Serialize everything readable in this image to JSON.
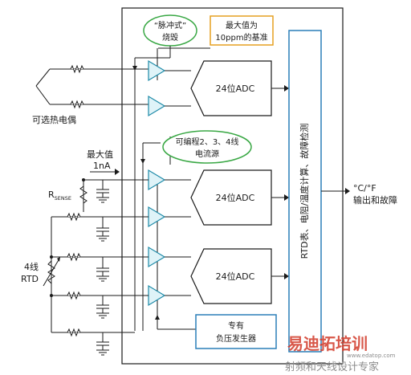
{
  "labels": {
    "pulse_burnout_1": "“脉冲式”",
    "pulse_burnout_2": "烧毁",
    "max_ref_1": "最大值为",
    "max_ref_2": "10ppm的基准",
    "adc1": "24位ADC",
    "adc2": "24位ADC",
    "adc3": "24位ADC",
    "thermocouple": "可选热电偶",
    "prog_current_1": "可编程2、3、4线",
    "prog_current_2": "电流源",
    "max_1": "最大值",
    "max_2": "1nA",
    "rsense_main": "R",
    "rsense_sub": "SENSE",
    "rtd_1": "4线",
    "rtd_2": "RTD",
    "processor": "RTD表、电阻/温度计算、故障检测",
    "output_1": "°C/°F",
    "output_2": "输出和故障",
    "neg_gen_1": "专有",
    "neg_gen_2": "负压发生器"
  },
  "watermark": {
    "main": "射频和天线设计专家",
    "sub": "易迪拓培训",
    "site": "www.edatop.com"
  },
  "colors": {
    "line": "#1a1a1a",
    "amp_fill": "#dff3f8",
    "amp_stroke": "#1d8aa8",
    "bubble_stroke": "#3aa845",
    "ref_stroke": "#e6a020",
    "box_stroke": "#2a7fb8",
    "watermark_red": "#d23a2a",
    "watermark_gray": "#8c8c8c"
  }
}
